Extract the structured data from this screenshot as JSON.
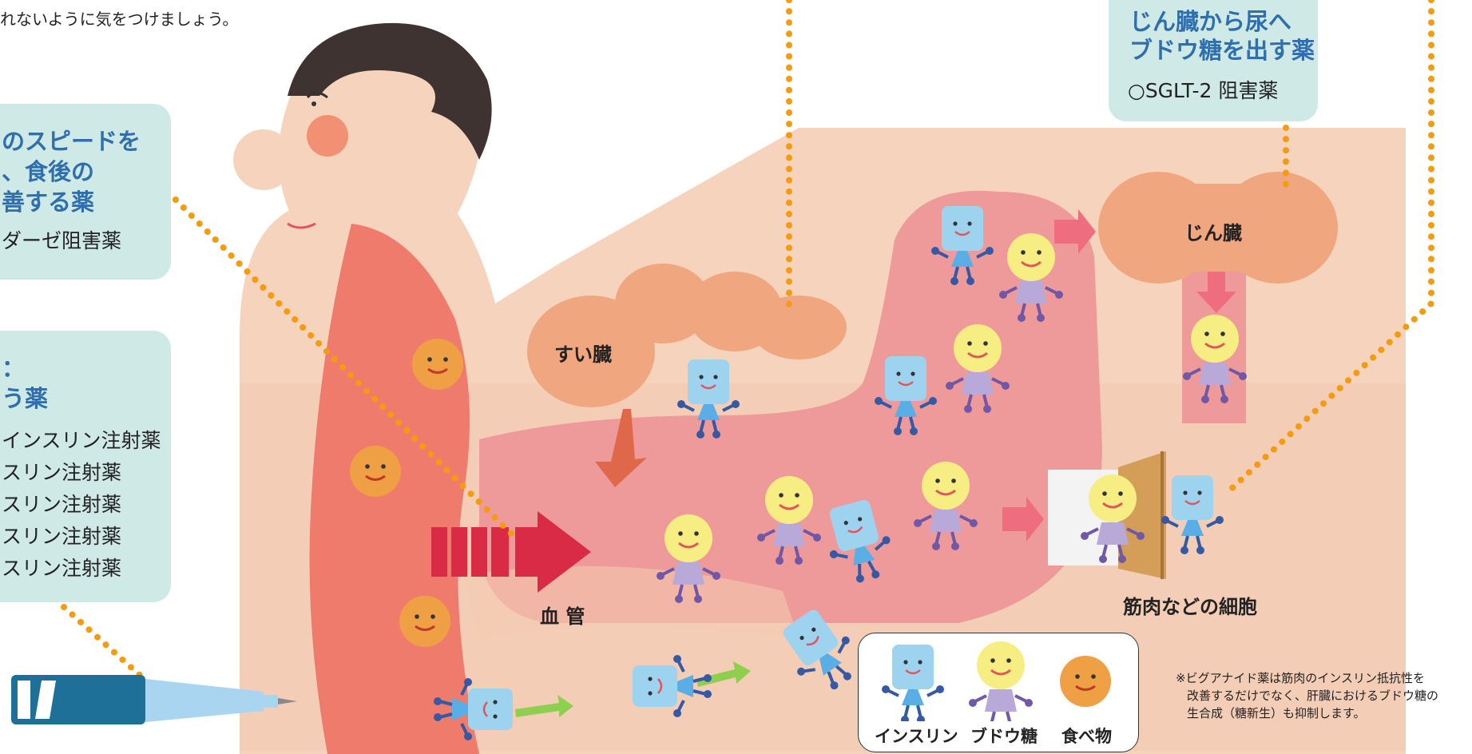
{
  "top_text": "れないように気をつけましょう。",
  "box_kidney": {
    "title_line1": "じん臓から尿へ",
    "title_line2": "ブドウ糖を出す薬",
    "item": "○SGLT-2 阻害薬"
  },
  "box_left_top": {
    "title_line1": "のスピードを",
    "title_line2": "、食後の",
    "title_line3": "善する薬",
    "item": "ダーゼ阻害薬"
  },
  "box_left_mid": {
    "title_line1": "：",
    "title_line2": "う薬",
    "items": [
      "インスリン注射薬",
      "スリン注射薬",
      "スリン注射薬",
      "スリン注射薬",
      "スリン注射薬"
    ]
  },
  "labels": {
    "pancreas": "すい臓",
    "kidney": "じん臓",
    "vessel": "血 管",
    "muscle": "筋肉などの細胞"
  },
  "legend": {
    "insulin": "インスリン",
    "glucose": "ブドウ糖",
    "food": "食べ物"
  },
  "footnote": [
    "※ビグアナイド薬は筋肉のインスリン抵抗性を",
    "改善するだけでなく、肝臓におけるブドウ糖の",
    "生合成（糖新生）も抑制します。"
  ],
  "colors": {
    "box_bg": "#cfe9e6",
    "box_title": "#2f6fae",
    "body_skin": "#f6d3bd",
    "vessel_red": "#ee7b6b",
    "vessel_pink": "#ef9a9a",
    "organ_orange": "#f0a67e",
    "arrow_red": "#d92b45",
    "dotted_line": "#f39c12",
    "hair": "#3e3331",
    "insulin_blue": "#9ed3f0",
    "glucose_yellow": "#f6ee82",
    "food_orange": "#efa045"
  }
}
